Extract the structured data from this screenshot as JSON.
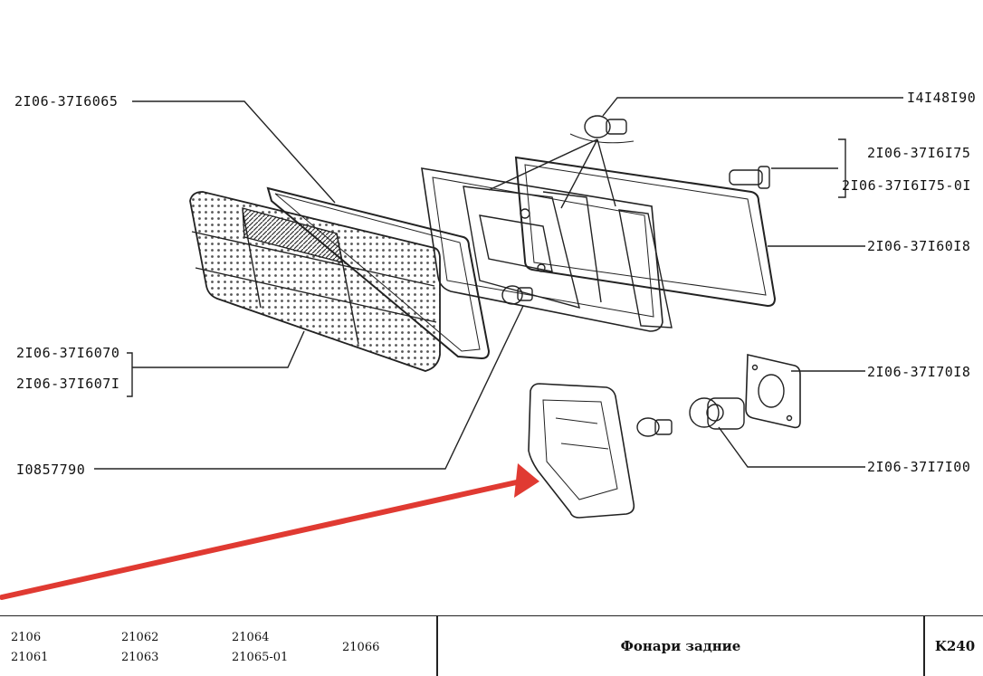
{
  "labels": {
    "lens": "2I06-37I6065",
    "reflector_a": "2I06-37I6070",
    "reflector_b": "2I06-37I607I",
    "bulb_small": "I0857790",
    "bulb_top": "I4I48I90",
    "socket_a": "2I06-37I6I75",
    "socket_b": "2I06-37I6I75-0I",
    "gasket": "2I06-37I60I8",
    "plate": "2I06-37I70I8",
    "holder": "2I06-37I7I00"
  },
  "footer": {
    "models": [
      "2106",
      "21061",
      "21062",
      "21063",
      "21064",
      "21065-01",
      "21066"
    ],
    "title": "Фонари задние",
    "code": "K240"
  },
  "colors": {
    "arrow": "#e03a32",
    "line": "#222222"
  }
}
